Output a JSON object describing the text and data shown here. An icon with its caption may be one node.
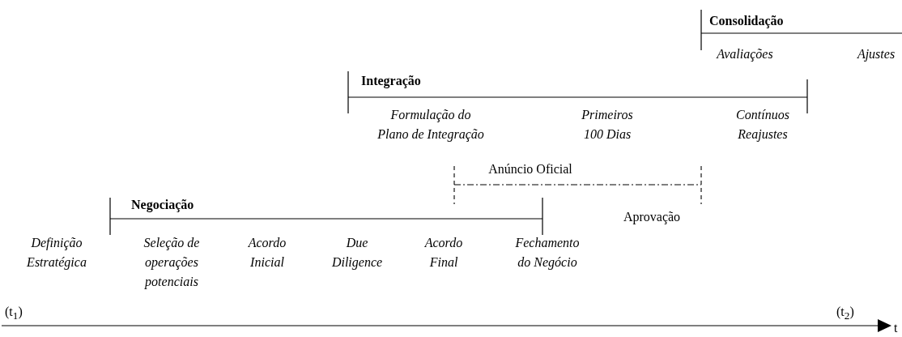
{
  "diagram": {
    "labels": [
      "Consolidação",
      "Avaliações",
      "Ajustes",
      "Integração",
      "Formulação do Plano de Integração",
      "Primeiros 100 Dias",
      "Contínuos Reajustes",
      "Anúncio Oficial",
      "Negociação",
      "Aprovação",
      "Definição Estratégica",
      "Seleção de operações potenciais",
      "Acordo Inicial",
      "Due Diligence",
      "Acordo Final",
      "Fechamento do Negócio",
      "(t$_{1}$)",
      "(t$_{2}$)",
      "t"
    ]
  }
}
